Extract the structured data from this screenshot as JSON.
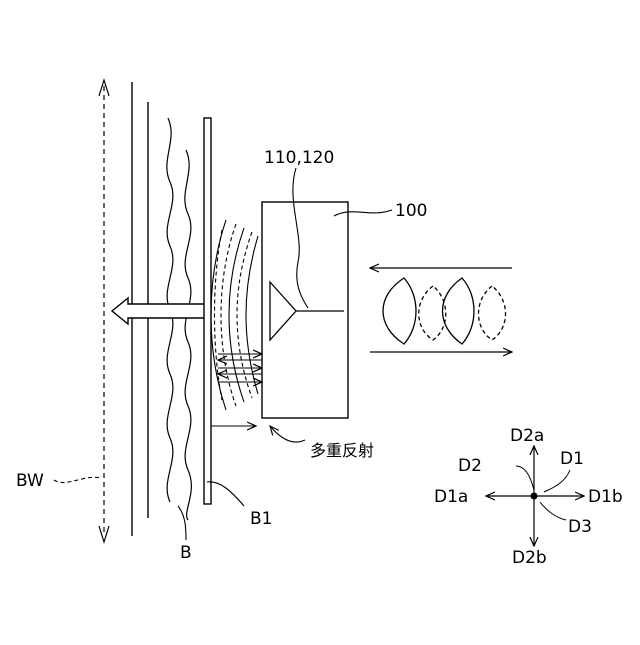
{
  "labels": {
    "sensor": "110,120",
    "device": "100",
    "multi_reflection": "多重反射",
    "bw": "BW",
    "b1": "B1",
    "b": "B"
  },
  "axes": {
    "d2a": "D2a",
    "d2": "D2",
    "d1": "D1",
    "d1a": "D1a",
    "d1b": "D1b",
    "d3": "D3",
    "d2b": "D2b"
  }
}
